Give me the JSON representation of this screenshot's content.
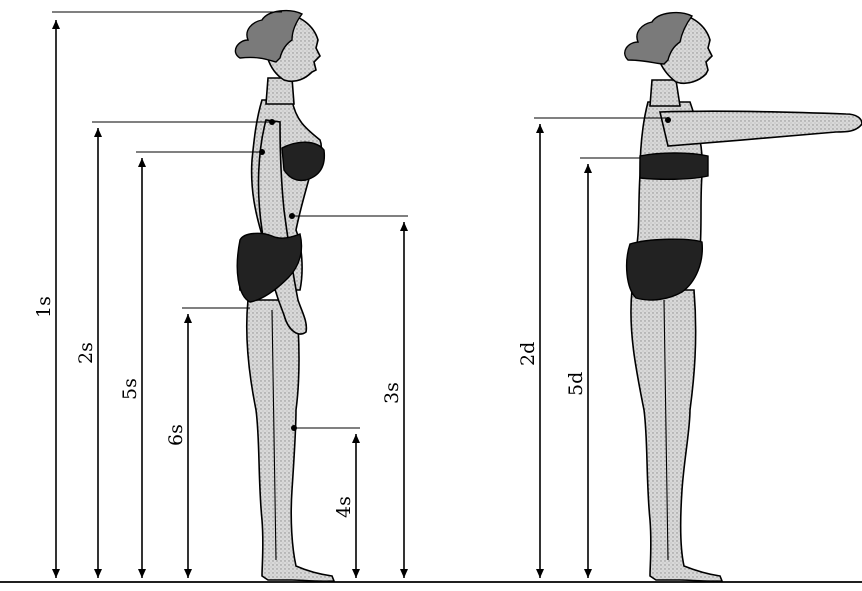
{
  "diagram": {
    "labels": {
      "d1s": "1s",
      "d2s": "2s",
      "d5s": "5s",
      "d6s": "6s",
      "d3s": "3s",
      "d4s": "4s",
      "d2d": "2d",
      "d5d": "5d"
    }
  }
}
